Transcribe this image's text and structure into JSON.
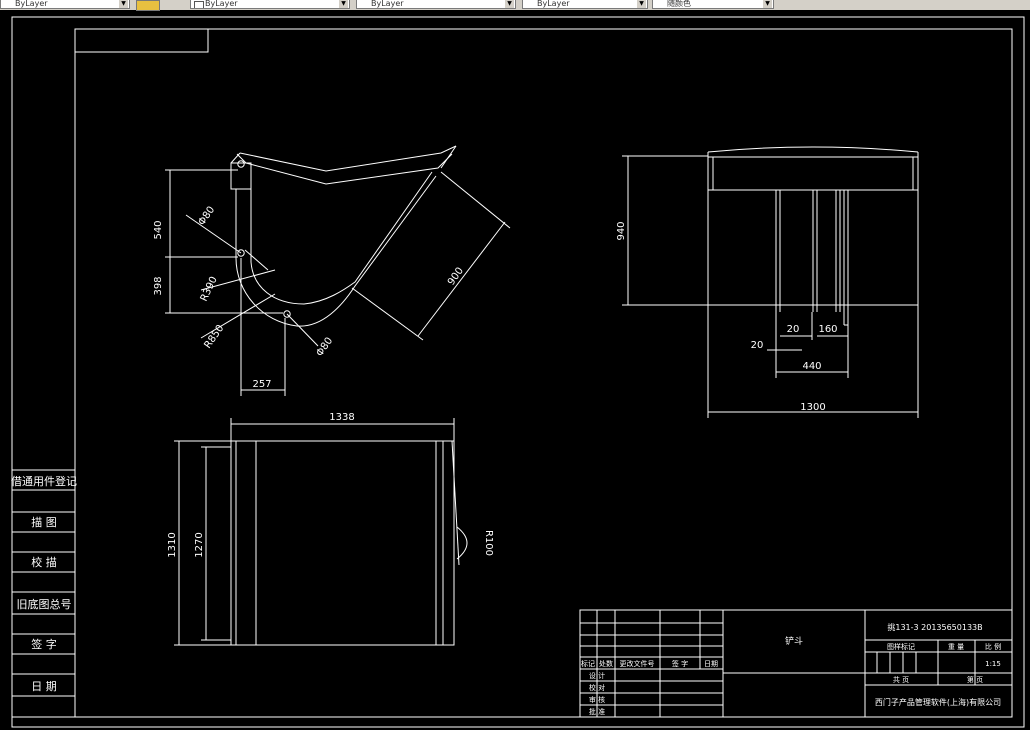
{
  "toolbar": {
    "linetype_label": "ByLayer",
    "lineweight_label": "ByLayer",
    "color_label": "ByLayer",
    "plotstyle_label": "随颜色"
  },
  "dims": {
    "side": {
      "d540": "540",
      "d398": "398",
      "r390": "R390",
      "r850": "R850",
      "d257": "257",
      "dia_top": "Φ80",
      "dia_bottom": "Φ80",
      "d900": "900"
    },
    "front": {
      "d940": "940",
      "d20a": "20",
      "d160": "160",
      "d20b": "20",
      "d440": "440",
      "d1300": "1300"
    },
    "plan": {
      "d1338": "1338",
      "d1310": "1310",
      "d1270": "1270",
      "r100": "R100"
    }
  },
  "side_panel": [
    "借通用件登记",
    "描 图",
    "校 描",
    "旧底图总号",
    "签 字",
    "日 期"
  ],
  "title_block": {
    "drawing_no": "挑131-3  20135650133B",
    "part_name": "铲斗",
    "stage_label": "图样标记",
    "weight_label": "重 量",
    "scale_label": "比 例",
    "scale_value": "1:15",
    "sheets_total": "共 页",
    "sheet_no": "第 页",
    "company": "西门子产品管理软件(上海)有限公司",
    "header_cells": [
      "标记",
      "处数",
      "更改文件号",
      "签 字",
      "日期"
    ],
    "sign_rows": [
      "设 计",
      "校 对",
      "审 核",
      "批 准"
    ]
  }
}
